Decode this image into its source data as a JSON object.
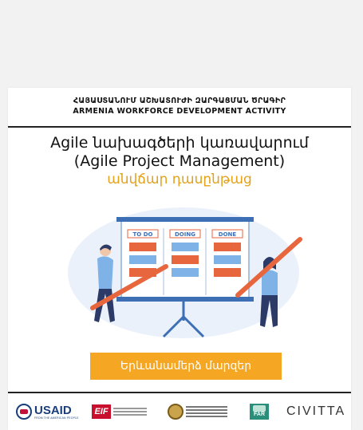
{
  "header": {
    "program_hy": "ՀԱՅԱՍՏԱՆՈՒՄ ԱՇԽԱՏՈՒԺԻ ԶԱՐԳԱՑՄԱՆ ԾՐԱԳԻՐ",
    "program_en": "ARMENIA WORKFORCE DEVELOPMENT ACTIVITY"
  },
  "course": {
    "title_hy": "Agile նախագծերի կառավարում",
    "title_en": "(Agile Project Management)",
    "subtitle": "անվճար դասընթաց"
  },
  "board": {
    "columns": [
      "TO DO",
      "DOING",
      "DONE"
    ]
  },
  "cta": {
    "label": "Երևանամերձ մարզեր"
  },
  "partners": {
    "usaid": "USAID",
    "usaid_tagline": "FROM THE AMERICAN PEOPLE",
    "far": "FAR",
    "civitta": "CIVITTA"
  },
  "colors": {
    "accent": "#f5a623",
    "subtitle": "#e3a21a",
    "board_header": "#e8663d",
    "figure_blue": "#3d6fb5"
  }
}
